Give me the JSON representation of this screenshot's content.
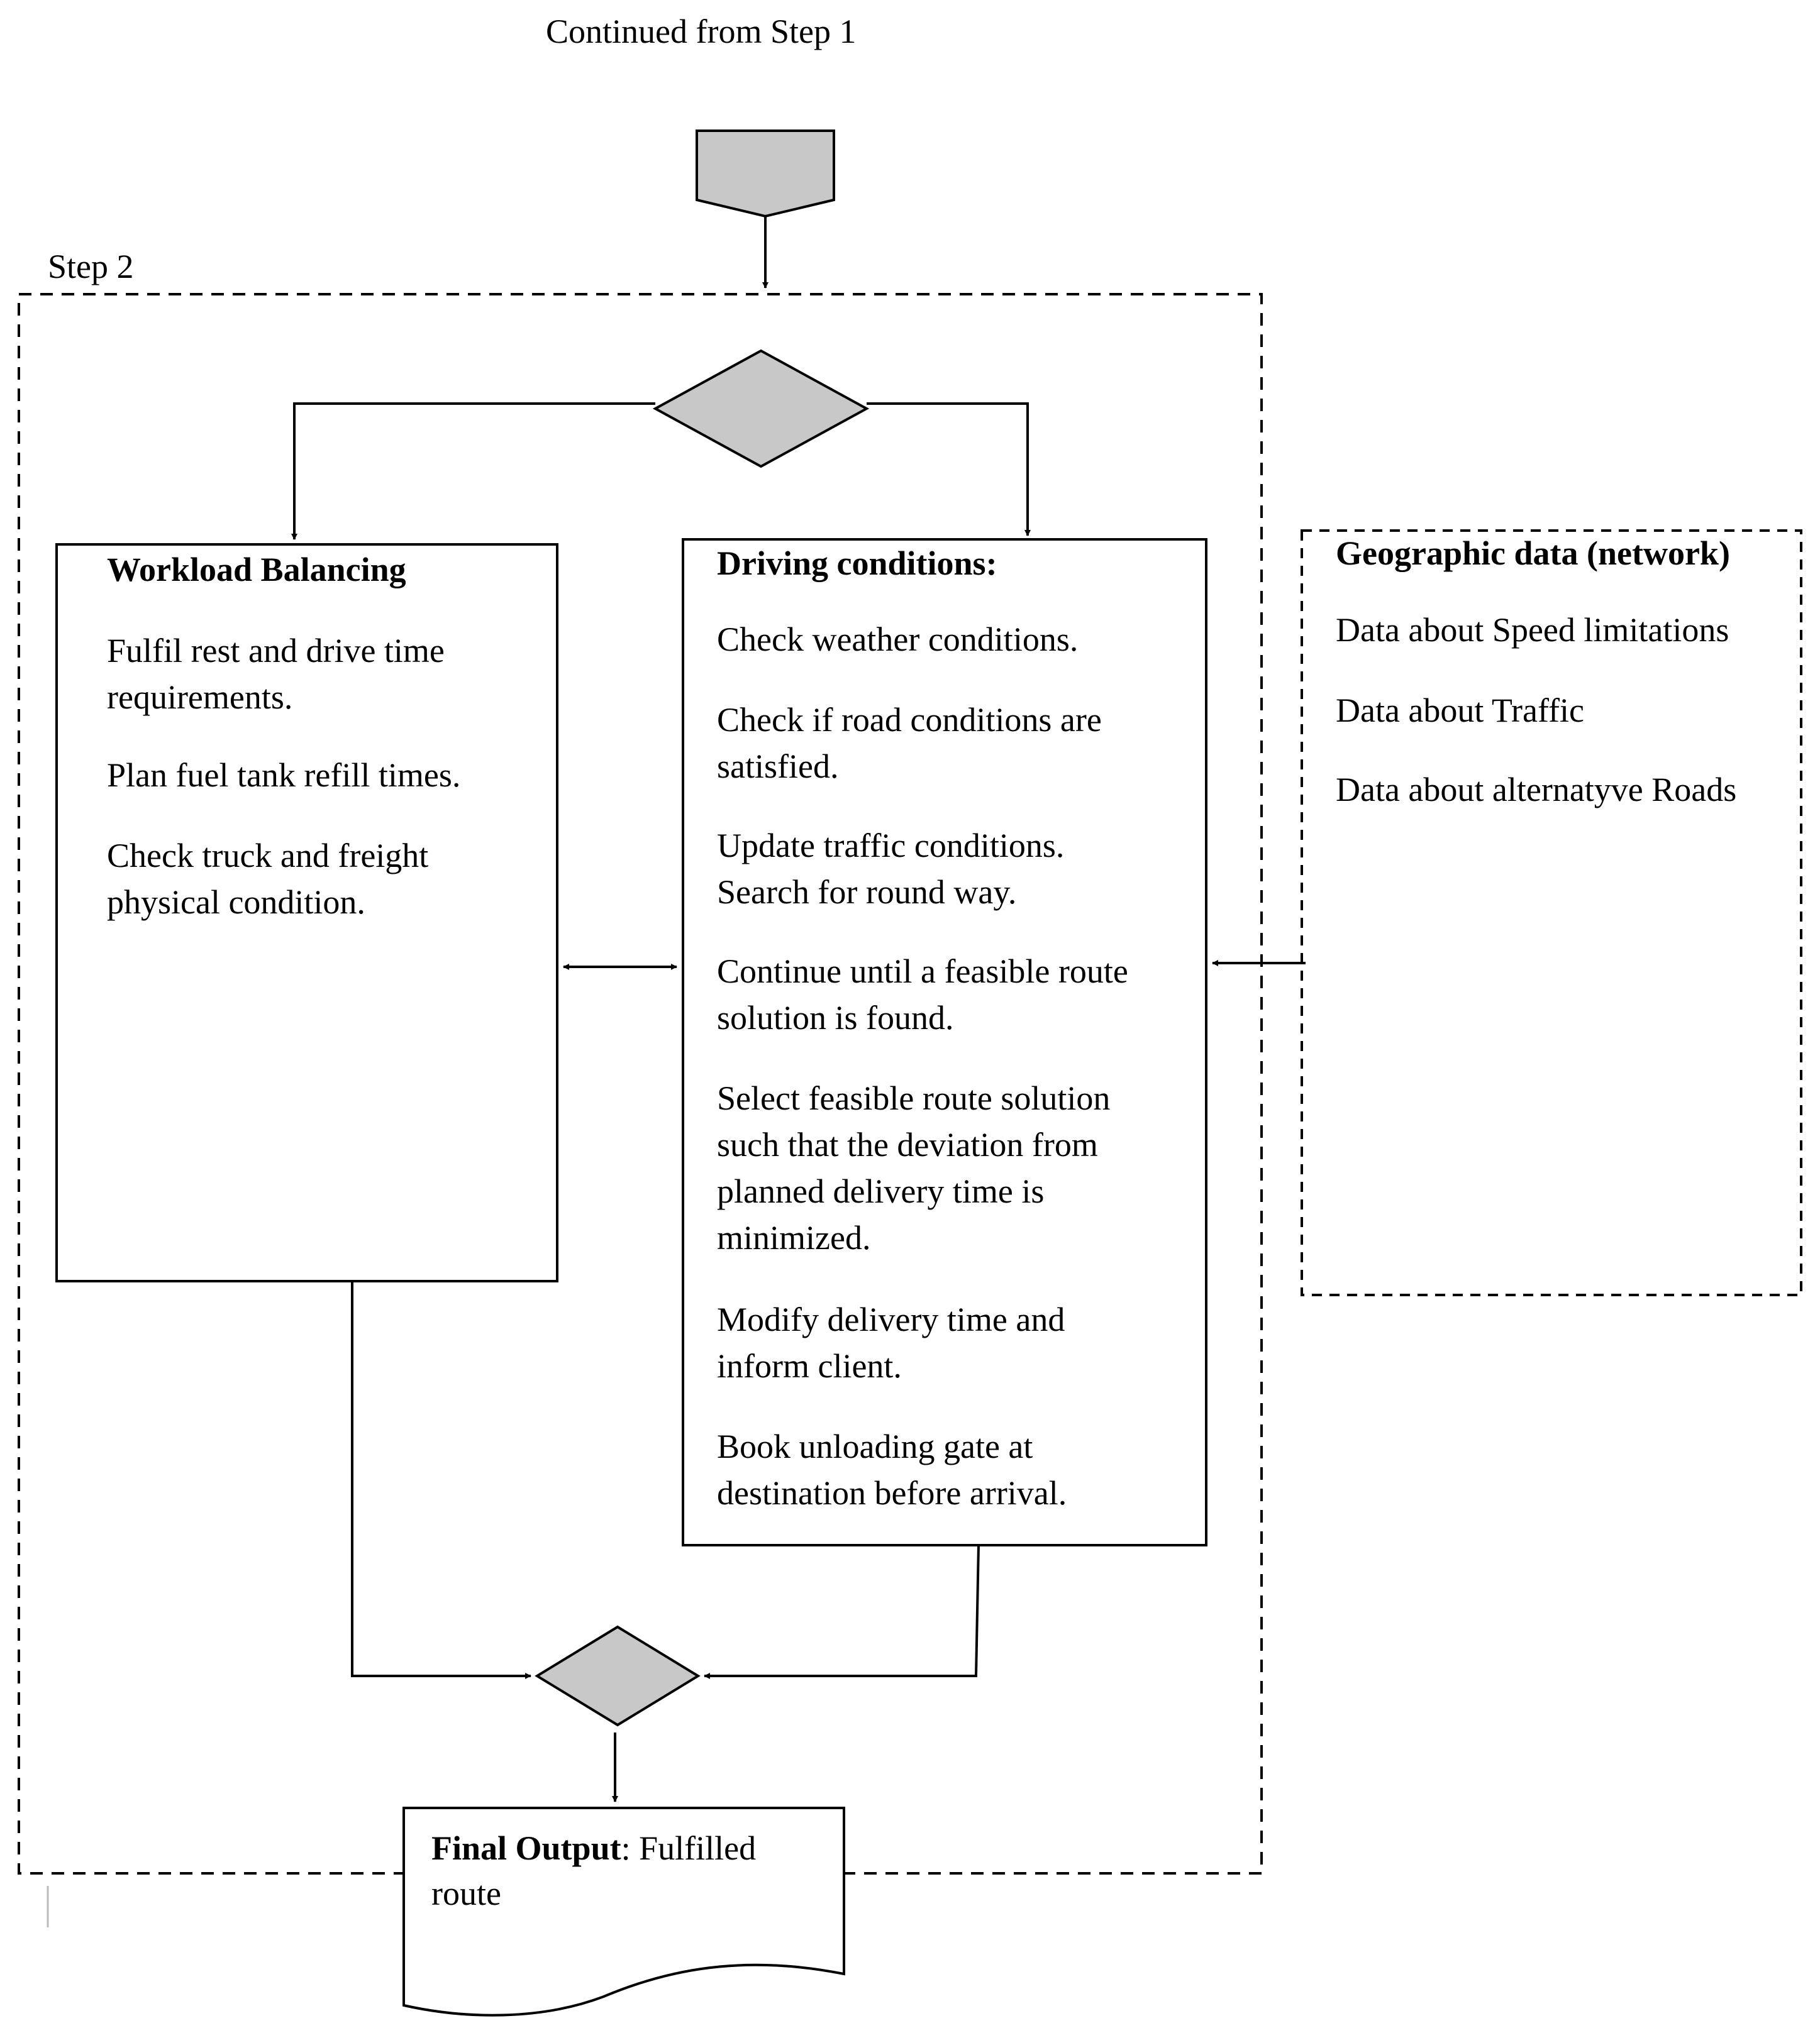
{
  "connector_label": "Continued from Step 1",
  "step_label": "Step 2",
  "workload": {
    "title": "Workload Balancing",
    "items": [
      [
        "Fulfil rest and drive time",
        "requirements."
      ],
      [
        "Plan fuel tank refill times."
      ],
      [
        "Check truck and freight",
        "physical condition."
      ]
    ]
  },
  "driving": {
    "title": "Driving conditions:",
    "items": [
      [
        "Check weather conditions."
      ],
      [
        "Check if road conditions  are",
        "satisfied."
      ],
      [
        "Update traffic conditions.",
        "Search for round way."
      ],
      [
        "Continue until a feasible route",
        "solution is found."
      ],
      [
        "Select feasible route solution",
        "such that the deviation from",
        "planned delivery time is",
        "minimized."
      ],
      [
        "Modify delivery time and",
        "inform client."
      ],
      [
        "Book unloading gate at",
        "destination before arrival."
      ]
    ]
  },
  "geo": {
    "title": "Geographic data (network)",
    "items": [
      "Data about Speed limitations",
      "Data about Traffic",
      "Data about alternatyve Roads"
    ]
  },
  "final_output": {
    "bold": "Final Output",
    "rest": ": Fulfilled",
    "line2": "route"
  },
  "colors": {
    "shape_fill": "#c8c8c8",
    "stroke": "#000000"
  }
}
